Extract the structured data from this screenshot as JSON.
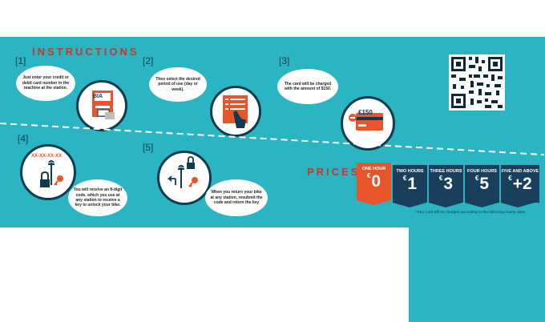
{
  "instructions": {
    "heading": "INSTRUCTIONS",
    "steps": [
      {
        "num": "[1]",
        "text": "Just enter your credit or debit card number in the machine at the station."
      },
      {
        "num": "[2]",
        "text": "Then select the desired period of use (day or week)."
      },
      {
        "num": "[3]",
        "text": "The card will be charged with the amount of $150."
      },
      {
        "num": "[4]",
        "text": "You will receive an 8-digit code, which you use at any station to receive a key to unlock your bike."
      },
      {
        "num": "[5]",
        "text": "When you return your bike at any station, resubmit the code and return the key"
      }
    ],
    "machine_label": "BIA",
    "card_amount": "€150",
    "code": "XX-XX-XX-XX"
  },
  "prices": {
    "heading": "PRICES",
    "items": [
      {
        "label": "ONE HOUR",
        "currency": "€",
        "amount": "0"
      },
      {
        "label": "TWO HOURS",
        "currency": "€",
        "amount": "1"
      },
      {
        "label": "THREE HOURS",
        "currency": "€",
        "amount": "3"
      },
      {
        "label": "FOUR HOURS",
        "currency": "€",
        "amount": "5"
      },
      {
        "label": "FIVE AND ABOVE",
        "currency": "€",
        "amount": "+2"
      }
    ],
    "note": "*Your card will be charged according to the following hourly rates"
  },
  "colors": {
    "teal": "#2bb5c3",
    "navy": "#0e3b50",
    "accent": "#e8552b",
    "red_heading": "#c0392b"
  }
}
